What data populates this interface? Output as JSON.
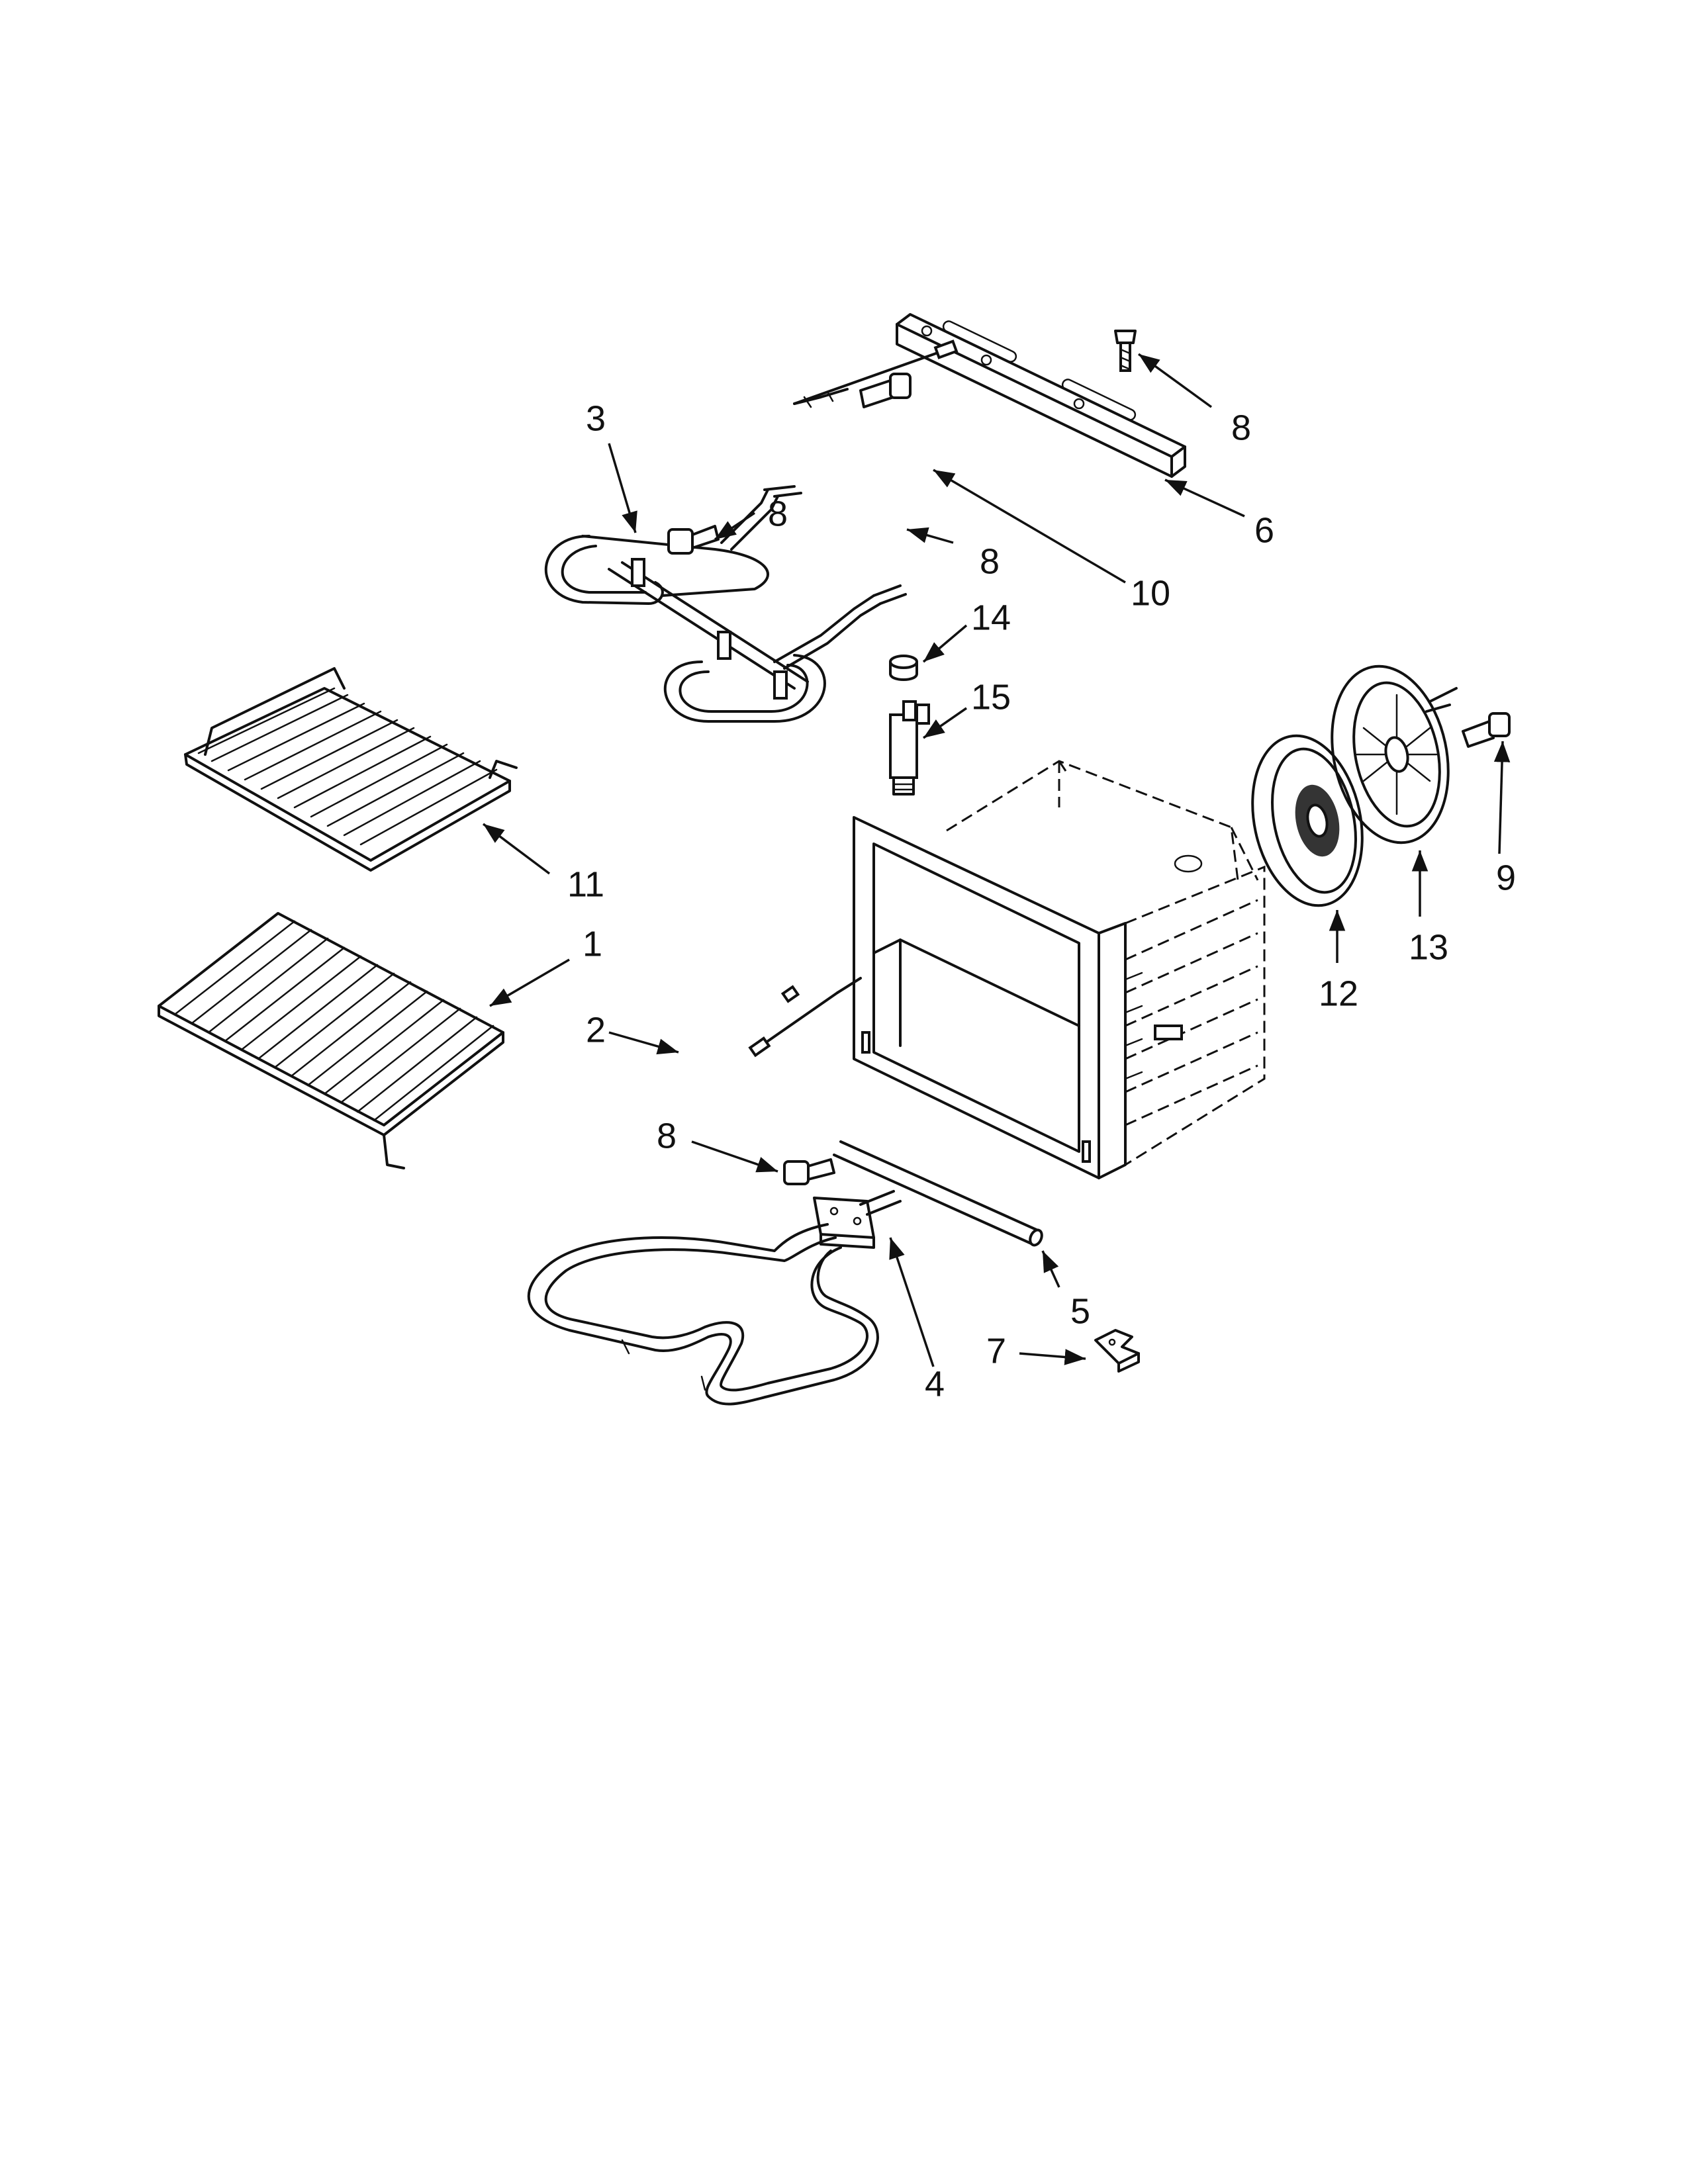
{
  "diagram": {
    "callouts": [
      "1",
      "2",
      "3",
      "4",
      "5",
      "6",
      "7",
      "8",
      "8",
      "8",
      "8",
      "9",
      "10",
      "11",
      "12",
      "13",
      "14",
      "15"
    ]
  }
}
